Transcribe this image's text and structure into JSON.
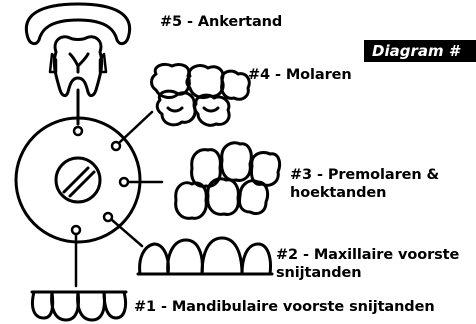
{
  "badge": "Diagram #",
  "labels": {
    "l5": "#5 - Ankertand",
    "l4": "#4 - Molaren",
    "l3a": "#3 - Premolaren &",
    "l3b": "hoektanden",
    "l2a": "#2 - Maxillaire voorste",
    "l2b": "snijtanden",
    "l1": "#1 - Mandibulaire voorste snijtanden"
  }
}
